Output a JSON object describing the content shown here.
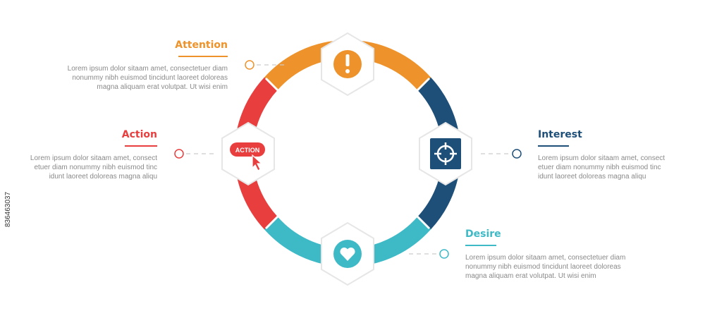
{
  "stages": {
    "attention": {
      "title": "Attention",
      "color": "#ee922b",
      "icon": "exclamation-icon",
      "text": [
        "Lorem ipsum dolor sitaam amet, consectetuer diam",
        "nonummy  nibh euismod tincidunt laoreet doloreas",
        "magna aliquam erat volutpat. Ut wisi enim"
      ]
    },
    "interest": {
      "title": "Interest",
      "color": "#1e4f79",
      "icon": "crosshair-target-icon",
      "text": [
        "Lorem ipsum dolor sitaam amet, consect",
        "etuer diam nonummy  nibh euismod tinc",
        "idunt laoreet doloreas magna aliqu"
      ]
    },
    "desire": {
      "title": "Desire",
      "color": "#3ebac7",
      "icon": "heart-icon",
      "text": [
        "Lorem ipsum dolor sitaam amet, consectetuer diam",
        "nonummy  nibh euismod tincidunt laoreet doloreas",
        "magna aliquam erat volutpat. Ut wisi enim"
      ]
    },
    "action": {
      "title": "Action",
      "color": "#e83e3e",
      "icon": "action-button-cursor-icon",
      "button_label": "ACTION",
      "text": [
        "Lorem ipsum dolor sitaam amet, consect",
        "etuer diam nonummy  nibh euismod tinc",
        "idunt laoreet doloreas magna aliqu"
      ]
    }
  },
  "watermark": "836463037"
}
